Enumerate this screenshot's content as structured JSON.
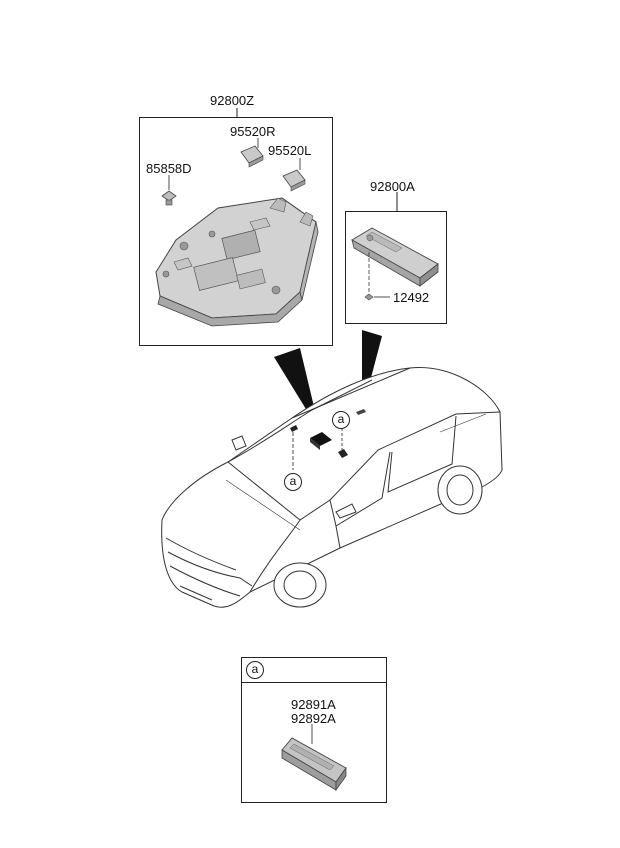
{
  "parts": {
    "overhead_console_assy": "92800Z",
    "map_lamp_rh": "95520R",
    "map_lamp_lh": "95520L",
    "clip": "85858D",
    "room_lamp_assy": "92800A",
    "screw": "12492",
    "lamp_a_line1": "92891A",
    "lamp_a_line2": "92892A"
  },
  "callouts": {
    "ref_a": "a"
  }
}
